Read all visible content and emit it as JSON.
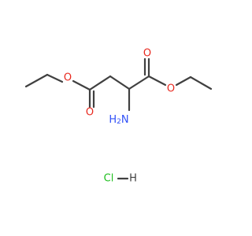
{
  "molecule": {
    "atoms": {
      "o_left_ether": "O",
      "o_left_carbonyl": "O",
      "o_right_carbonyl": "O",
      "o_right_ether": "O",
      "n_amine": "NH2_placeholder"
    },
    "salt": {
      "cl": "Cl",
      "h": "H"
    }
  },
  "colors": {
    "bond": "#404040",
    "oxygen": "#e8281e",
    "nitrogen": "#3050f8",
    "chlorine": "#1fbf1f",
    "hydrogen": "#404040"
  }
}
